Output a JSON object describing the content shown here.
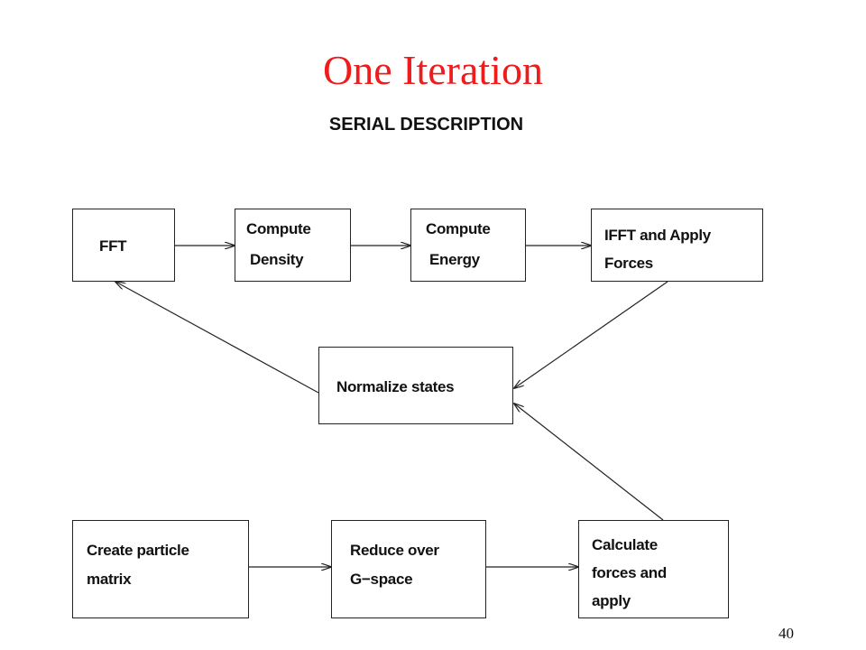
{
  "slide": {
    "title": "One Iteration",
    "page_number": "40"
  },
  "diagram": {
    "heading": "SERIAL DESCRIPTION",
    "nodes": {
      "fft": {
        "lines": [
          "FFT"
        ]
      },
      "compute_density": {
        "lines": [
          "Compute",
          "Density"
        ]
      },
      "compute_energy": {
        "lines": [
          "Compute",
          "Energy"
        ]
      },
      "ifft_apply_forces": {
        "lines": [
          "IFFT and Apply",
          "Forces"
        ]
      },
      "normalize_states": {
        "lines": [
          "Normalize states"
        ]
      },
      "create_particle_matrix": {
        "lines": [
          "Create particle",
          "matrix"
        ]
      },
      "reduce_over_gspace": {
        "lines": [
          "Reduce over",
          "G−space"
        ]
      },
      "calculate_forces": {
        "lines": [
          "Calculate",
          "forces and",
          "apply"
        ]
      }
    },
    "edges": [
      {
        "from": "fft",
        "to": "compute_density"
      },
      {
        "from": "compute_density",
        "to": "compute_energy"
      },
      {
        "from": "compute_energy",
        "to": "ifft_apply_forces"
      },
      {
        "from": "ifft_apply_forces",
        "to": "normalize_states"
      },
      {
        "from": "normalize_states",
        "to": "fft"
      },
      {
        "from": "create_particle_matrix",
        "to": "reduce_over_gspace"
      },
      {
        "from": "reduce_over_gspace",
        "to": "calculate_forces"
      },
      {
        "from": "calculate_forces",
        "to": "normalize_states"
      }
    ]
  }
}
